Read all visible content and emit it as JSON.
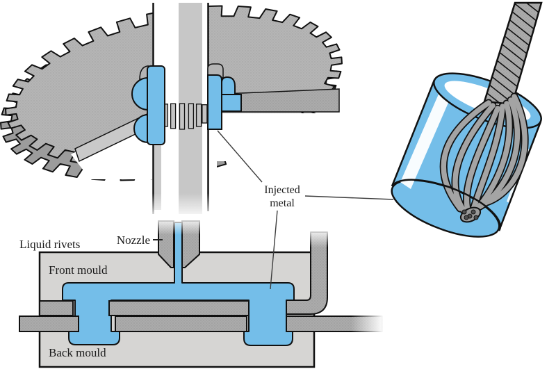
{
  "diagram": {
    "labels": {
      "liquid_rivets": "Liquid rivets",
      "nozzle": "Nozzle",
      "front_mould": "Front mould",
      "back_mould": "Back mould",
      "injected_metal_line1": "Injected",
      "injected_metal_line2": "metal"
    },
    "colors": {
      "injected_metal_blue": "#74BEE9",
      "mould_grey": "#D6D5D3",
      "part_grey": "#ACACAC",
      "gear_grey": "#B4B4B4",
      "outline": "#111111",
      "background": "#FFFFFF",
      "text": "#1B1B1B"
    }
  }
}
